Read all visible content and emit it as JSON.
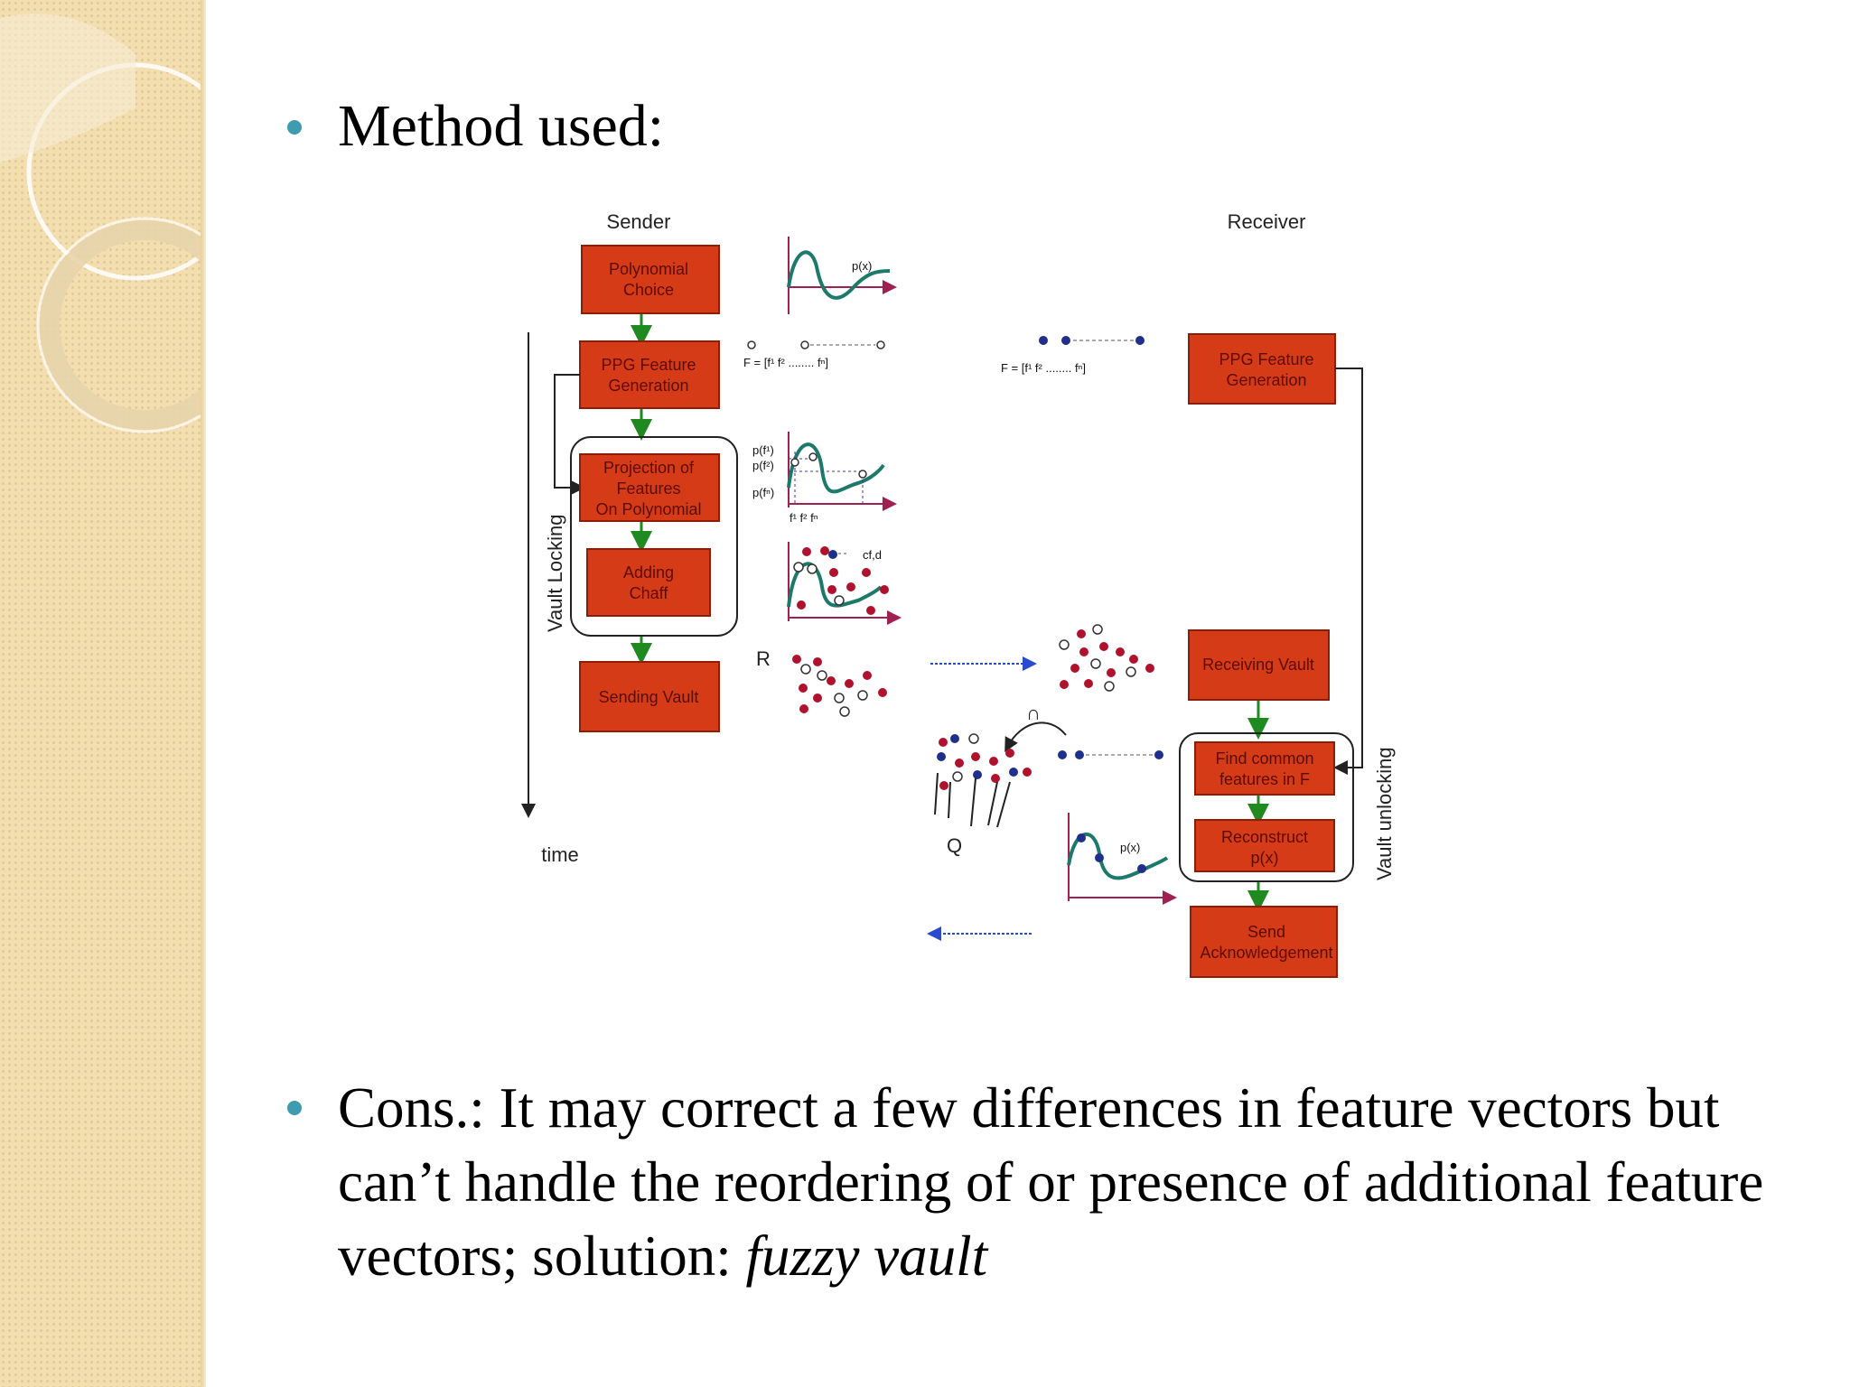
{
  "bullets": [
    {
      "text": "Method used:"
    },
    {
      "text_main": "Cons.: It may correct a few differences in feature vectors but can’t handle the reordering of or presence of additional feature vectors; solution: ",
      "text_emph": "fuzzy vault"
    }
  ],
  "diagram": {
    "sender_heading": "Sender",
    "receiver_heading": "Receiver",
    "sender_boxes": [
      {
        "line1": "Polynomial",
        "line2": "Choice"
      },
      {
        "line1": "PPG Feature",
        "line2": "Generation"
      },
      {
        "line1": "Projection of",
        "line2": "Features",
        "line3": "On Polynomial"
      },
      {
        "line1": "Adding",
        "line2": "Chaff"
      },
      {
        "line1": "Sending Vault"
      }
    ],
    "receiver_boxes": [
      {
        "line1": "PPG Feature",
        "line2": "Generation"
      },
      {
        "line1": "Receiving Vault"
      },
      {
        "line1": "Find common",
        "line2": "features in F"
      },
      {
        "line1": "Reconstruct",
        "line2": "p(x)"
      },
      {
        "line1": "Send",
        "line2": "Acknowledgement"
      }
    ],
    "vault_locking_label": "Vault Locking",
    "vault_unlocking_label": "Vault unlocking",
    "time_label": "time",
    "px_label": "p(x)",
    "px_label_receiver": "p(x)",
    "fs_label": "F = [f¹ f² ........ fⁿ]",
    "fr_label": "F = [f¹ f² ........ fⁿ]",
    "proj_y1": "p(f¹)",
    "proj_y2": "p(f²)",
    "proj_y3": "p(fⁿ)",
    "proj_x": "f¹ f²   fⁿ",
    "chaff_label": "cf,d",
    "r_label": "R",
    "q_label": "Q",
    "intersect_symbol": "∩"
  },
  "colors": {
    "box_fill": "#d63b18",
    "box_border": "#8c1d06",
    "arrow_green": "#1f8a1f",
    "chaff_red": "#b0122d",
    "feature_blue": "#1e2f8c",
    "bullet": "#3e9bb0",
    "curve": "#1d7a6a"
  }
}
